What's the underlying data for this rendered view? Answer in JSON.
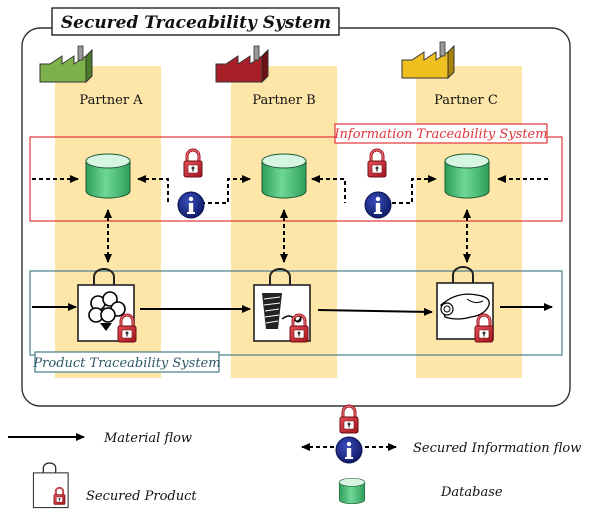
{
  "title": "Secured Traceability System",
  "partners": [
    {
      "name": "Partner A",
      "factory_color": "#7db24a",
      "factory_dark": "#4b7a2a",
      "product_icon": "cotton-flower-icon"
    },
    {
      "name": "Partner B",
      "factory_color": "#a81f28",
      "factory_dark": "#6e1016",
      "product_icon": "yarn-spool-icon"
    },
    {
      "name": "Partner C",
      "factory_color": "#f0c020",
      "factory_dark": "#a8840a",
      "product_icon": "fabric-roll-icon"
    }
  ],
  "systems": {
    "information": "Information Traceability System",
    "product": "Product Traceability System"
  },
  "legend": {
    "material_flow": "Material flow",
    "secured_info_flow": "Secured Information flow",
    "secured_product": "Secured Product",
    "database": "Database"
  },
  "colors": {
    "partner_band": "#fde6a8",
    "info_box": "#e0353b",
    "product_box": "#4a7d8a",
    "db_top": "#c8efd6",
    "db_body": "#4cc078",
    "info_circle": "#1a2a86",
    "lock": "#cc2027"
  }
}
